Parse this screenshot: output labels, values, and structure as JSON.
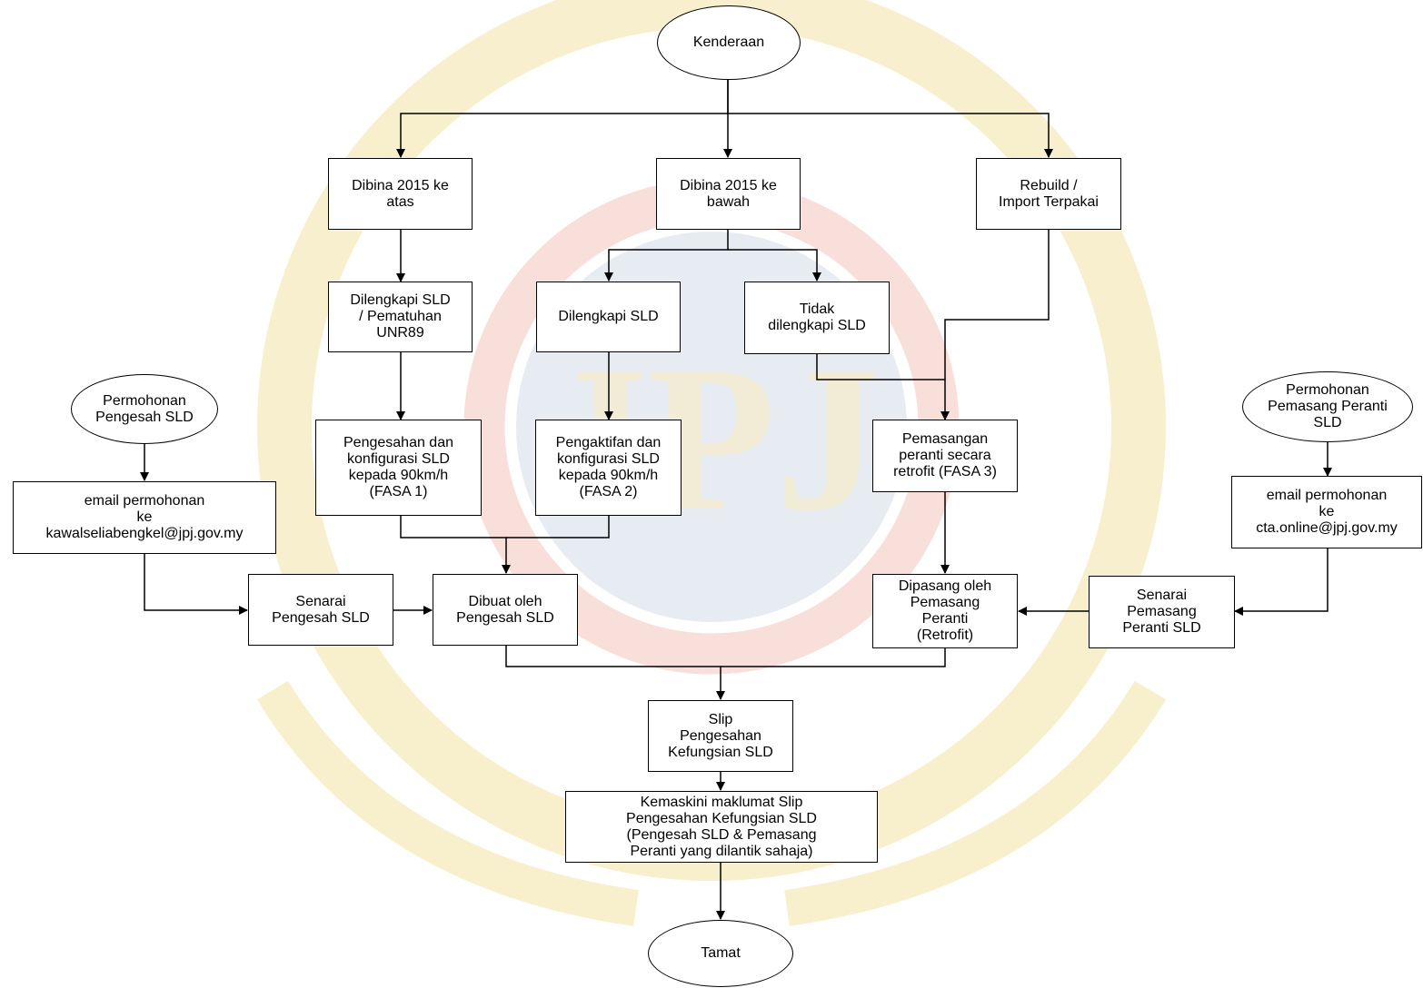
{
  "colors": {
    "node_border": "#000000",
    "node_fill": "#ffffff",
    "connector": "#000000",
    "watermark_gold": "#f3e2a6",
    "watermark_red": "#f4c6bd",
    "watermark_blue": "#d3dde8"
  },
  "watermark": {
    "kind": "JPJ emblem",
    "letters": "JPJ"
  },
  "nodes": {
    "kenderaan": "Kenderaan",
    "dibina_atas": "Dibina 2015 ke\natas",
    "dibina_bawah": "Dibina 2015 ke\nbawah",
    "rebuild": "Rebuild /\nImport Terpakai",
    "dilengkapi_unr89": "Dilengkapi SLD\n/ Pematuhan\nUNR89",
    "dilengkapi_sld": "Dilengkapi SLD",
    "tidak_dilengkapi": "Tidak\ndilengkapi SLD",
    "permohonan_pengesah": "Permohonan\nPengesah SLD",
    "pengesahan_fasa1": "Pengesahan dan\nkonfigurasi SLD\nkepada 90km/h\n(FASA 1)",
    "pengaktifan_fasa2": "Pengaktifan dan\nkonfigurasi SLD\nkepada 90km/h\n(FASA 2)",
    "pemasangan_fasa3": "Pemasangan\nperanti secara\nretrofit (FASA 3)",
    "permohonan_pemasang": "Permohonan\nPemasang Peranti\nSLD",
    "email_pengesah": "email permohonan\nke\nkawalseliabengkel@jpj.gov.my",
    "email_pemasang": "email permohonan\nke\ncta.online@jpj.gov.my",
    "senarai_pengesah": "Senarai\nPengesah SLD",
    "dibuat_oleh": "Dibuat oleh\nPengesah SLD",
    "dipasang_oleh": "Dipasang oleh\nPemasang\nPeranti\n(Retrofit)",
    "senarai_pemasang": "Senarai\nPemasang\nPeranti SLD",
    "slip": "Slip\nPengesahan\nKefungsian SLD",
    "kemaskini": "Kemaskini maklumat Slip\nPengesahan Kefungsian SLD\n(Pengesah SLD & Pemasang\nPeranti yang dilantik sahaja)",
    "tamat": "Tamat"
  }
}
